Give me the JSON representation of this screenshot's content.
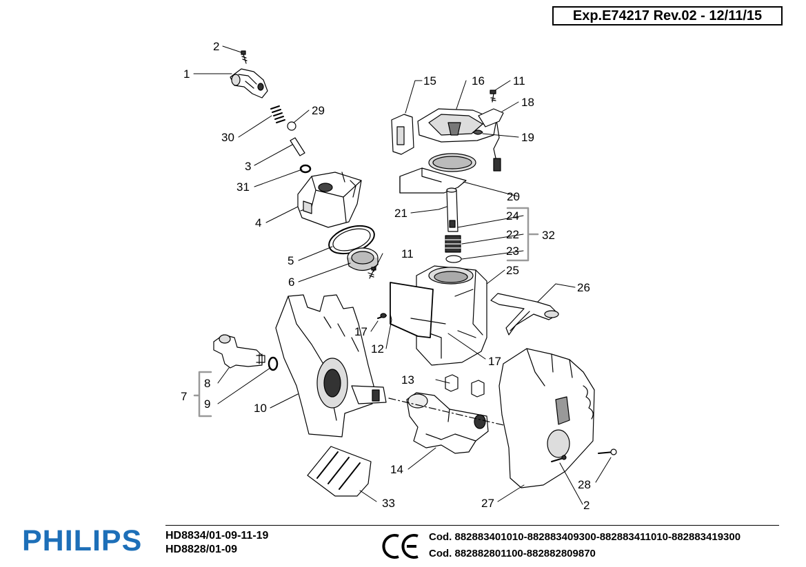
{
  "header": {
    "doc_ref": "Exp.E74217 Rev.02 - 12/11/15"
  },
  "callouts": [
    {
      "id": "c1",
      "text": "1"
    },
    {
      "id": "c2a",
      "text": "2"
    },
    {
      "id": "c3",
      "text": "3"
    },
    {
      "id": "c4",
      "text": "4"
    },
    {
      "id": "c5",
      "text": "5"
    },
    {
      "id": "c6",
      "text": "6"
    },
    {
      "id": "c7",
      "text": "7"
    },
    {
      "id": "c8",
      "text": "8"
    },
    {
      "id": "c9",
      "text": "9"
    },
    {
      "id": "c10",
      "text": "10"
    },
    {
      "id": "c11a",
      "text": "11"
    },
    {
      "id": "c11b",
      "text": "11"
    },
    {
      "id": "c12",
      "text": "12"
    },
    {
      "id": "c13",
      "text": "13"
    },
    {
      "id": "c14",
      "text": "14"
    },
    {
      "id": "c15",
      "text": "15"
    },
    {
      "id": "c16",
      "text": "16"
    },
    {
      "id": "c17a",
      "text": "17"
    },
    {
      "id": "c17b",
      "text": "17"
    },
    {
      "id": "c18",
      "text": "18"
    },
    {
      "id": "c19",
      "text": "19"
    },
    {
      "id": "c20",
      "text": "20"
    },
    {
      "id": "c21",
      "text": "21"
    },
    {
      "id": "c22",
      "text": "22"
    },
    {
      "id": "c23",
      "text": "23"
    },
    {
      "id": "c24",
      "text": "24"
    },
    {
      "id": "c25",
      "text": "25"
    },
    {
      "id": "c26",
      "text": "26"
    },
    {
      "id": "c27",
      "text": "27"
    },
    {
      "id": "c28",
      "text": "28"
    },
    {
      "id": "c29",
      "text": "29"
    },
    {
      "id": "c30",
      "text": "30"
    },
    {
      "id": "c31",
      "text": "31"
    },
    {
      "id": "c32",
      "text": "32"
    },
    {
      "id": "c33",
      "text": "33"
    },
    {
      "id": "c2b",
      "text": "2"
    }
  ],
  "footer": {
    "brand": "PHILIPS",
    "brand_color": "#1d6fb8",
    "models": [
      "HD8834/01-09-11-19",
      "HD8828/01-09"
    ],
    "mark": "CE",
    "codes": [
      "Cod. 882883401010-882883409300-882883411010-882883419300",
      "Cod. 882882801100-882882809870"
    ]
  }
}
